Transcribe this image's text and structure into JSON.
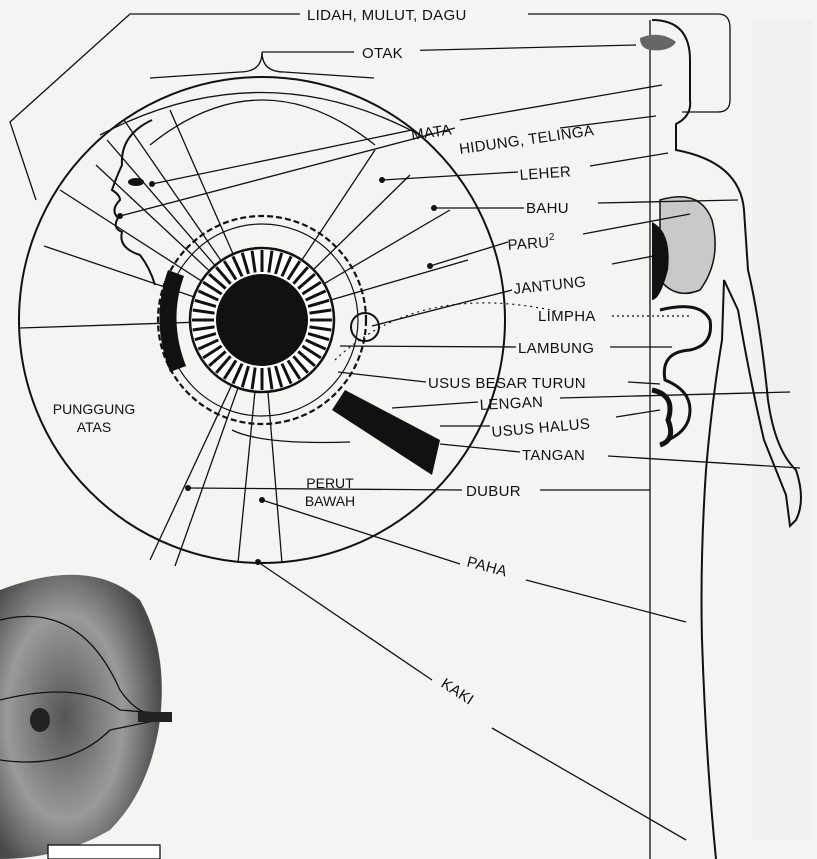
{
  "colors": {
    "ink": "#111111",
    "paper": "#f4f4f2",
    "photo_dark": "#2a2a2a",
    "photo_light": "#d6d6d6"
  },
  "labels": {
    "lidah": "LIDAH, MULUT, DAGU",
    "otak": "OTAK",
    "mata": "MATA",
    "hidung": "HIDUNG, TELINGA",
    "leher": "LEHER",
    "bahu": "BAHU",
    "paru": "PARU",
    "paru_sup": "2",
    "jantung": "JANTUNG",
    "limpha": "LIMPHA",
    "lambung": "LAMBUNG",
    "usus_besar": "USUS BESAR TURUN",
    "lengan": "LENGAN",
    "usus_halus": "USUS HALUS",
    "tangan": "TANGAN",
    "dubur": "DUBUR",
    "perut_1": "PERUT",
    "perut_2": "BAWAH",
    "punggung_1": "PUNGGUNG",
    "punggung_2": "ATAS",
    "paha": "PAHA",
    "kaki": "KAKI"
  }
}
